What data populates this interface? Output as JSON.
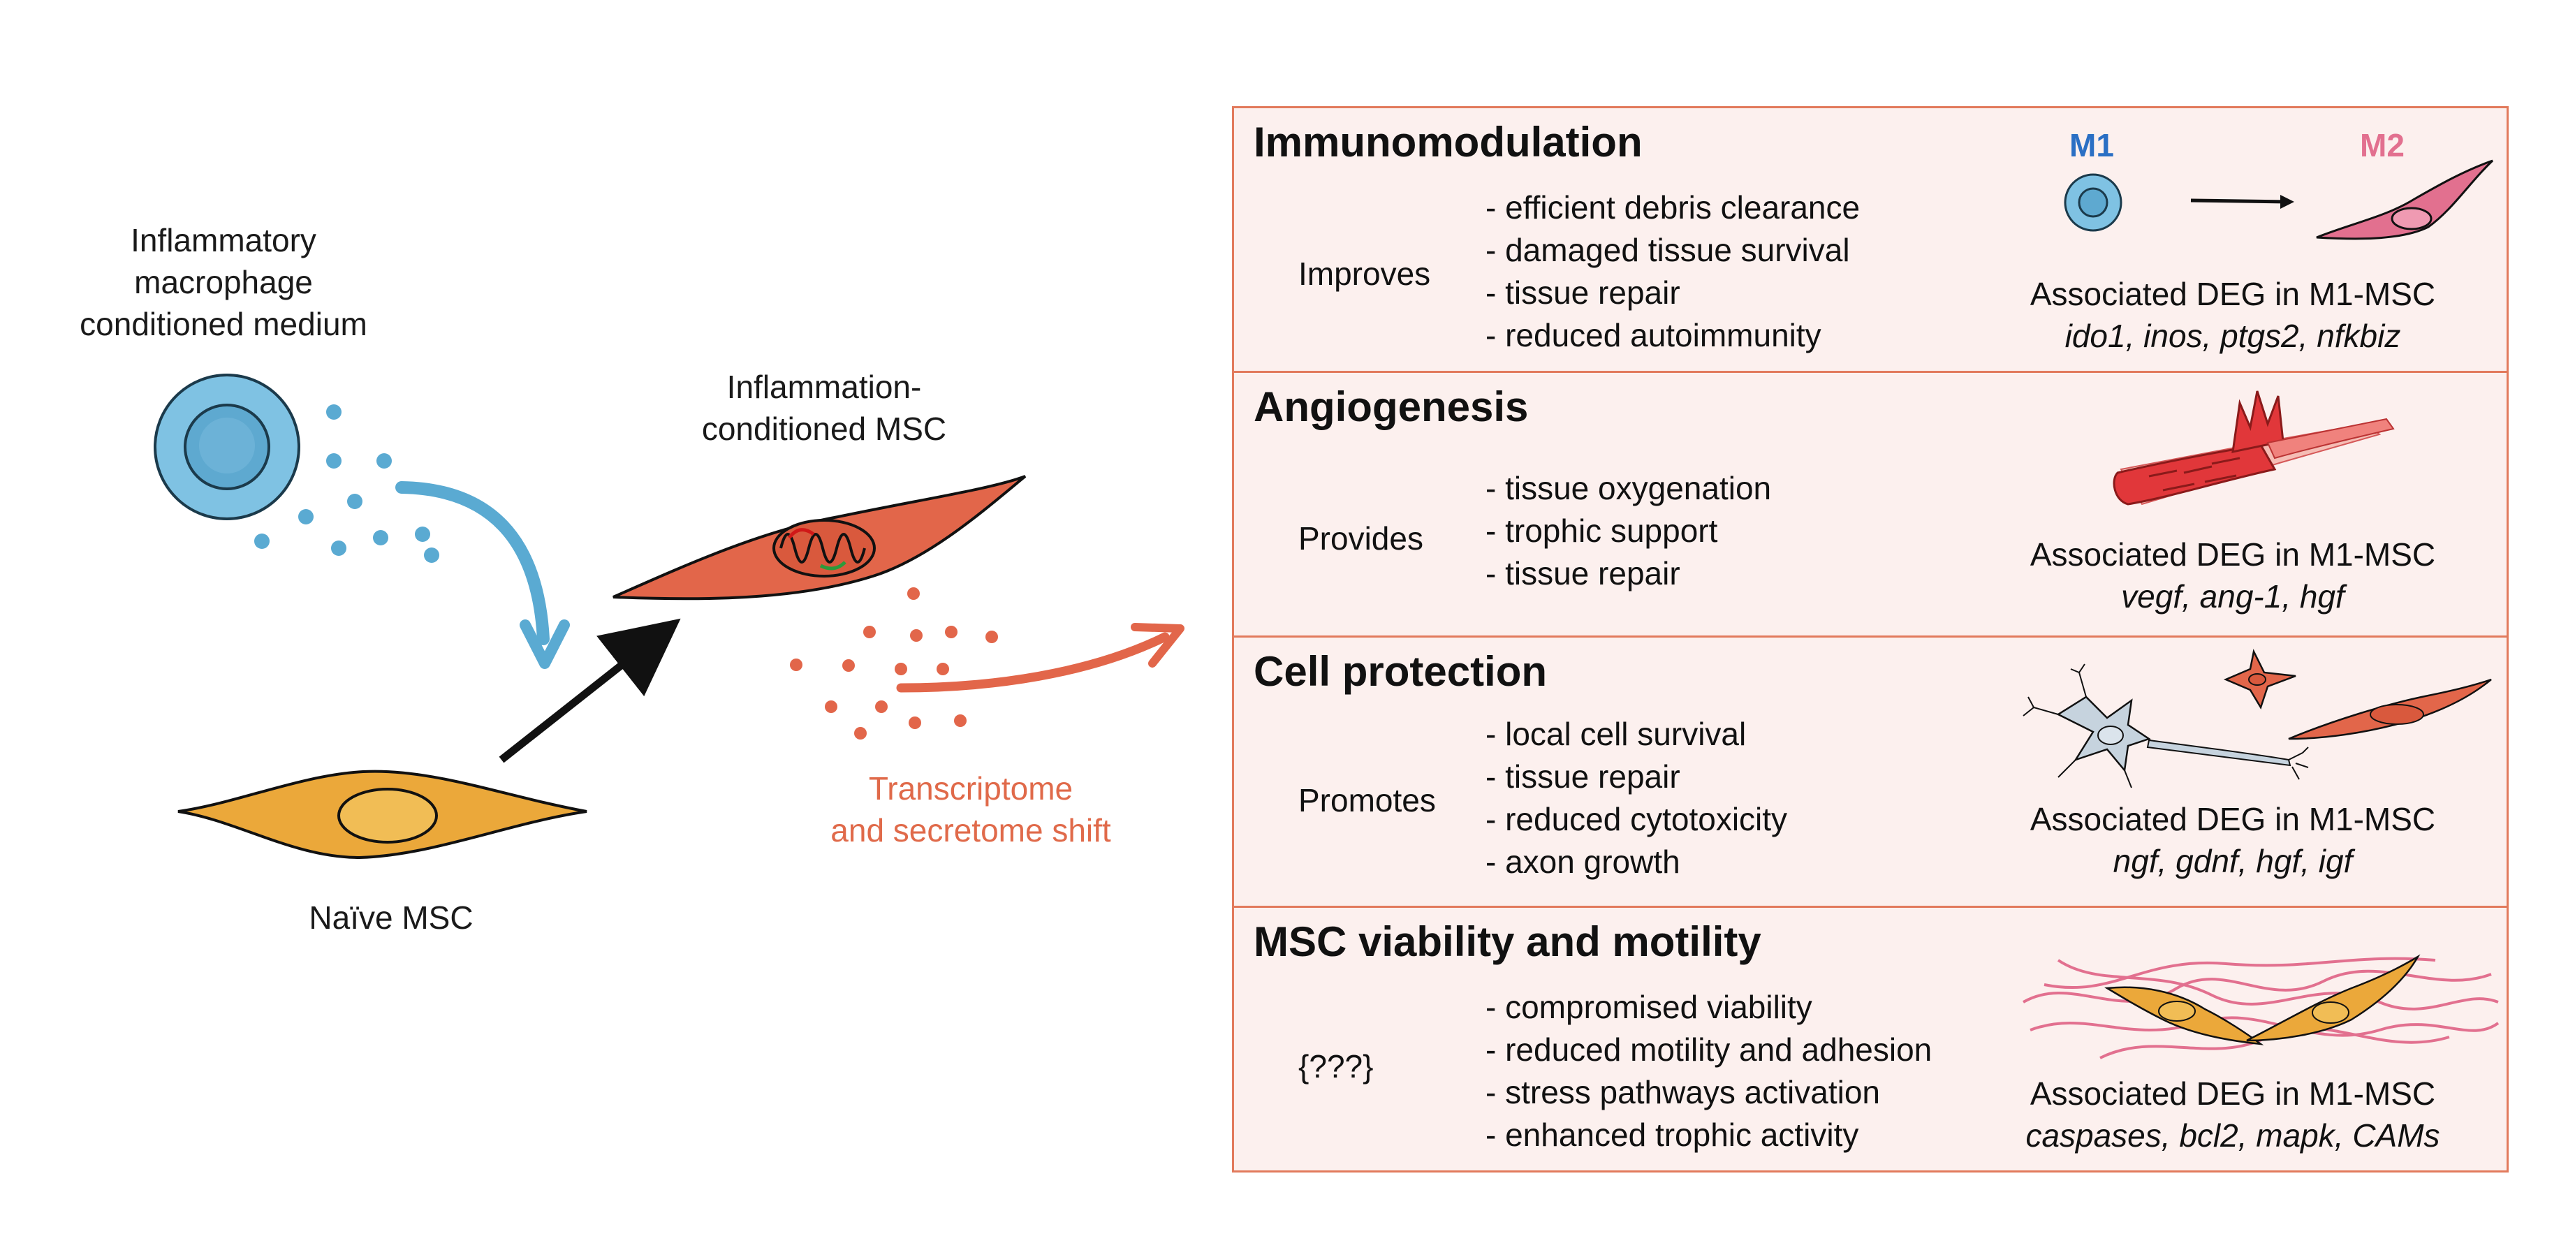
{
  "left": {
    "macrophage_label": [
      "Inflammatory",
      "macrophage",
      "conditioned medium"
    ],
    "conditioned_label": [
      "Inflammation-",
      "conditioned MSC"
    ],
    "naive_label": "Naïve MSC",
    "shift_label": [
      "Transcriptome",
      "and secretome shift"
    ]
  },
  "panels": [
    {
      "title": "Immunomodulation",
      "verb": "Improves",
      "items": [
        "- efficient debris clearance",
        "- damaged tissue survival",
        "- tissue repair",
        "- reduced autoimmunity"
      ],
      "m1_label": "M1",
      "m2_label": "M2",
      "deg_heading": "Associated DEG in M1-MSC",
      "genes": "ido1, inos, ptgs2, nfkbiz",
      "icon": "macrophage-polarization-icon"
    },
    {
      "title": "Angiogenesis",
      "verb": "Provides",
      "items": [
        "- tissue oxygenation",
        "- trophic support",
        "- tissue repair"
      ],
      "deg_heading": "Associated DEG in M1-MSC",
      "genes": "vegf, ang-1, hgf",
      "icon": "blood-vessel-icon"
    },
    {
      "title": "Cell protection",
      "verb": "Promotes",
      "items": [
        "- local cell survival",
        "- tissue repair",
        "- reduced cytotoxicity",
        "- axon growth"
      ],
      "deg_heading": "Associated DEG in M1-MSC",
      "genes": "ngf, gdnf, hgf, igf",
      "icon": "neuron-and-cells-icon"
    },
    {
      "title": "MSC viability and motility",
      "verb": "{???}",
      "items": [
        "- compromised viability",
        "- reduced motility and adhesion",
        "- stress pathways activation",
        "- enhanced trophic activity"
      ],
      "deg_heading": "Associated DEG in M1-MSC",
      "genes": "caspases, bcl2, mapk, CAMs",
      "icon": "msc-on-matrix-icon"
    }
  ],
  "colors": {
    "macrophage_blue": "#7fc2e3",
    "msc_orange": "#eba83a",
    "msc_red": "#e2664a",
    "panel_border": "#e27a5c",
    "panel_fill": "#fcf0ee",
    "m1_blue": "#2a6fc4",
    "m2_pink": "#e2708f"
  }
}
